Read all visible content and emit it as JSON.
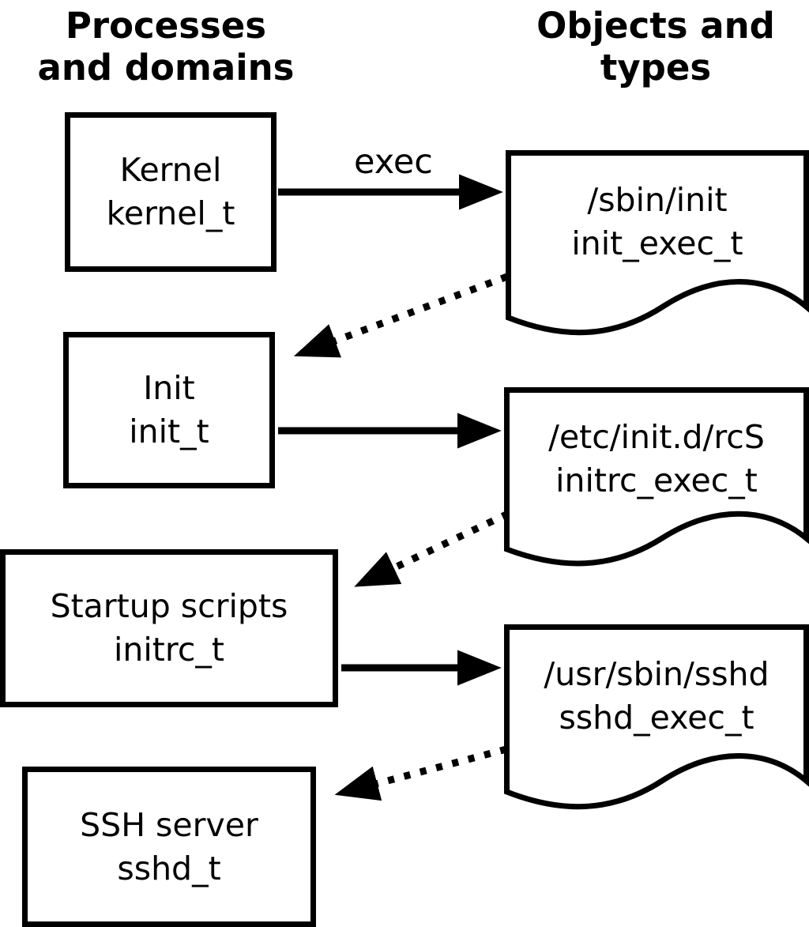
{
  "headers": {
    "left_line1": "Processes",
    "left_line2": "and domains",
    "right_line1": "Objects and",
    "right_line2": "types"
  },
  "process_boxes": [
    {
      "name": "kernel",
      "line1": "Kernel",
      "line2": "kernel_t"
    },
    {
      "name": "init",
      "line1": "Init",
      "line2": "init_t"
    },
    {
      "name": "initrc",
      "line1": "Startup scripts",
      "line2": "initrc_t"
    },
    {
      "name": "sshd",
      "line1": "SSH server",
      "line2": "sshd_t"
    }
  ],
  "object_docs": [
    {
      "name": "init-exec",
      "line1": "/sbin/init",
      "line2": "init_exec_t"
    },
    {
      "name": "initrc-exec",
      "line1": "/etc/init.d/rcS",
      "line2": "initrc_exec_t"
    },
    {
      "name": "sshd-exec",
      "line1": "/usr/sbin/sshd",
      "line2": "sshd_exec_t"
    }
  ],
  "arrow_labels": {
    "exec": "exec"
  },
  "colors": {
    "stroke": "#000000",
    "fill": "#ffffff",
    "background": "#ffffff"
  }
}
